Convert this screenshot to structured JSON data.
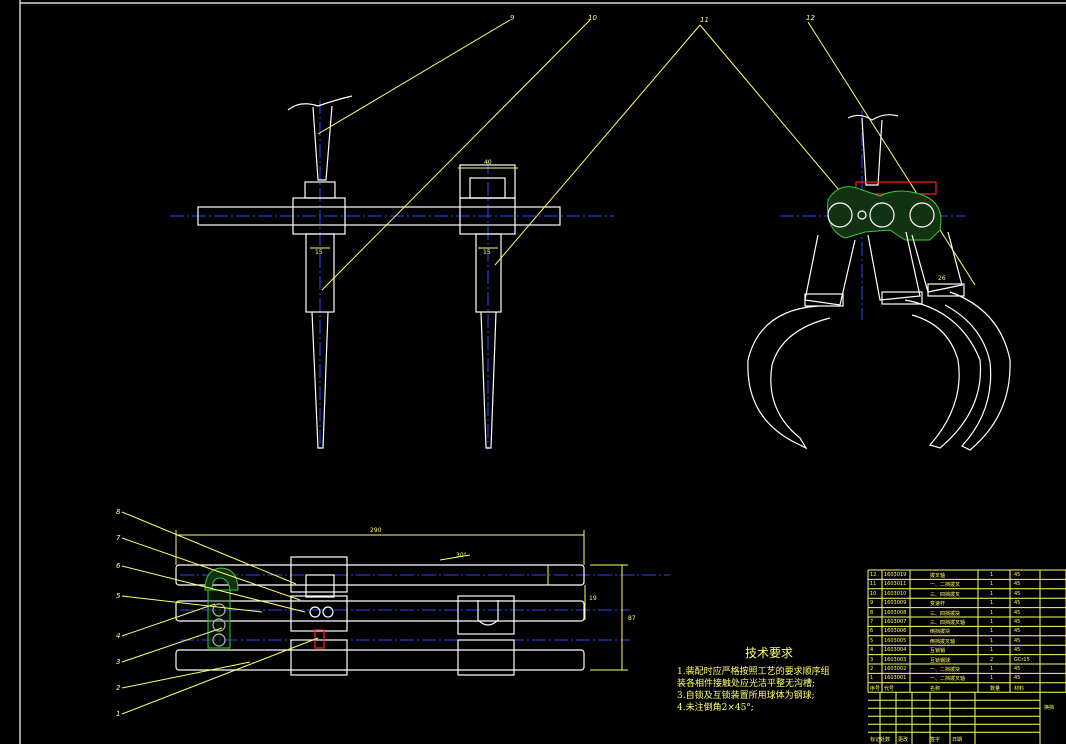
{
  "balloons": {
    "b9": "9",
    "b10": "10",
    "b11": "11",
    "b12": "12",
    "b8": "8",
    "b7": "7",
    "b6": "6",
    "b5": "5",
    "b4": "4",
    "b3": "3",
    "b2": "2",
    "b1": "1"
  },
  "dimensions": {
    "d_top_width": "40",
    "d_left_15": "15",
    "d_right_15": "15",
    "d_26": "26",
    "d_overall": "290",
    "d_angle": "30°",
    "d_side": "87",
    "d_mid": "19"
  },
  "notes": {
    "title": "技术要求",
    "lines": [
      "1.装配时应严格按照工艺的要求顺序组",
      "装各相件接触处应光洁平整无沟槽;",
      "3.自锁及互锁装置所用球体为钢球;",
      "4.未注倒角2×45°;"
    ]
  },
  "bom": {
    "rows": [
      [
        "12",
        "1603019",
        "拨叉轴",
        "1",
        "45"
      ],
      [
        "11",
        "1603011",
        "一、二挡拨叉",
        "1",
        "45"
      ],
      [
        "10",
        "1603010",
        "三、四挡拨叉",
        "1",
        "45"
      ],
      [
        "9",
        "1603009",
        "变速杆",
        "1",
        "45"
      ],
      [
        "8",
        "1603008",
        "三、四挡拨块",
        "1",
        "45"
      ],
      [
        "7",
        "1603007",
        "三、四挡拨叉轴",
        "1",
        "45"
      ],
      [
        "6",
        "1603006",
        "倒挡拨块",
        "1",
        "45"
      ],
      [
        "5",
        "1603005",
        "倒挡拨叉轴",
        "1",
        "45"
      ],
      [
        "4",
        "1603004",
        "互锁销",
        "1",
        "45"
      ],
      [
        "3",
        "1603003",
        "互锁钢球",
        "2",
        "GCr15"
      ],
      [
        "2",
        "1603002",
        "一、二挡拨块",
        "1",
        "45"
      ],
      [
        "1",
        "1603001",
        "一、二挡拨叉轴",
        "1",
        "45"
      ]
    ],
    "header": [
      "序号",
      "代号",
      "名称",
      "数量",
      "材料"
    ],
    "title_cell": "换挡",
    "sign_row": [
      "标记处数",
      "更改",
      "签字",
      "日期"
    ]
  }
}
